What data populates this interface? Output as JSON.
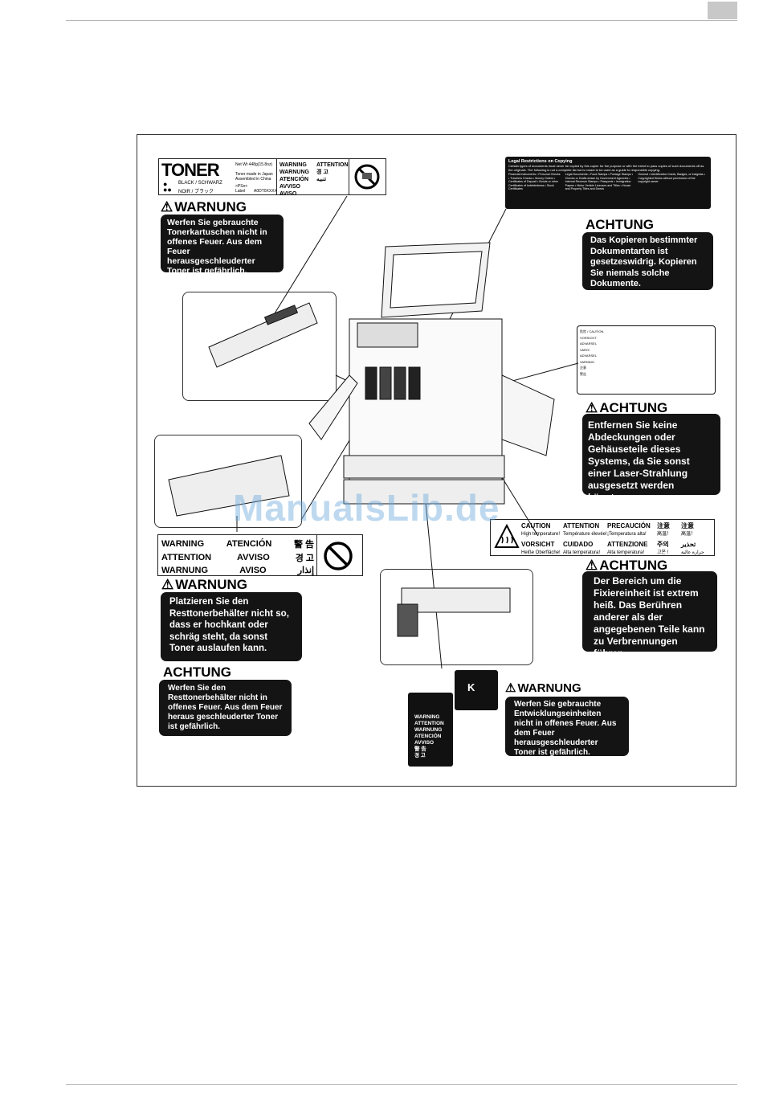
{
  "toner_label": {
    "title": "TONER",
    "color_line1": "BLACK / SCHWARZ",
    "color_line2": "NOIR / ブラック",
    "net_wt": "Net Wt 448g(15.8oz)",
    "made_line1": "Toner made in Japan",
    "made_line2": "Assembled in China",
    "psc_line1": ">PSo<",
    "psc_line2": "Label",
    "code": "A0DT0XXXX",
    "warn1": "WARNING",
    "warn2": "WARNUNG",
    "warn3": "ATENCIÓN",
    "warn4": "AVVISO",
    "warn5": "AVISO",
    "attn1": "ATTENTION",
    "attn2": "경 고",
    "attn3": "تنبيه"
  },
  "warnung_toner": {
    "heading": "WARNUNG",
    "text": "Werfen Sie gebrauchte Tonerkartuschen nicht in offenes Feuer. Aus dem Feuer herausgeschleuderter Toner ist gefährlich."
  },
  "legal_label": {
    "title": "Legal Restrictions on Copying",
    "body": "Certain types of documents must never be copied by this copier for the purpose or with the intent to pass copies of such documents off as the originals. The following is not a complete list but is meant to be used as a guide to responsible copying.",
    "col1": "Financial Instruments • Personal Checks • Travelers Checks • Money Orders • Certificates of Deposit • Bonds or other Certificates of Indebtedness • Stock Certificates",
    "col2": "Legal Documents • Food Stamps • Postage Stamps • Checks or Drafts drawn by Government Agencies • Internal Revenue Stamps • Passports • Immigration Papers • Motor Vehicle Licenses and Titles • House and Property Titles and Deeds",
    "col3": "General • Identification Cards, Badges, or Insignias • Copyrighted Works without permission of the copyright owner"
  },
  "achtung_copy": {
    "heading": "ACHTUNG",
    "text": "Das Kopieren bestimmter Dokumentarten ist gesetzeswidrig. Kopieren Sie niemals solche Dokumente."
  },
  "laser_label": {
    "rows": [
      "危险 / CAUTION",
      "VORSICHT",
      "ADVARSEL",
      "VARO!",
      "ADVARSEL",
      "VARNING",
      "注意",
      "警告"
    ]
  },
  "achtung_laser": {
    "heading": "ACHTUNG",
    "text": "Entfernen Sie keine Abdeckungen oder Gehäuseteile dieses Systems, da Sie sonst einer Laser-Strahlung ausgesetzt werden könnten."
  },
  "heat_label": {
    "c1": "CAUTION",
    "c1s": "High temperature!",
    "c2": "ATTENTION",
    "c2s": "Température élevée!",
    "c3": "PRECAUCIÓN",
    "c3s": "¡Temperatura alta!",
    "c4": "注意",
    "c4s": "高温！",
    "c5": "注意",
    "c5s": "高温！",
    "d1": "VORSICHT",
    "d1s": "Heiße Oberfläche!",
    "d2": "CUIDADO",
    "d2s": "Alta temperatura!",
    "d3": "ATTENZIONE",
    "d3s": "Alta temperatura!",
    "d4": "주의",
    "d4s": "고온 !",
    "d5": "تحذير",
    "d5s": "حرارة عالية"
  },
  "achtung_heat": {
    "heading": "ACHTUNG",
    "text": "Der Bereich um die Fixiereinheit ist extrem heiß. Das Berühren anderer als der angegebenen Teile kann zu Verbrennungen führen."
  },
  "waste_label": {
    "r1a": "WARNING",
    "r1b": "ATENCIÓN",
    "r1c": "警 告",
    "r2a": "ATTENTION",
    "r2b": "AVVISO",
    "r2c": "경 고",
    "r3a": "WARNUNG",
    "r3b": "AVISO",
    "r3c": "إنذار"
  },
  "warnung_waste": {
    "heading": "WARNUNG",
    "text": "Platzieren Sie den Resttonerbehälter nicht so, dass er hochkant oder schräg steht, da sonst Toner auslaufen kann."
  },
  "achtung_waste": {
    "heading": "ACHTUNG",
    "text": "Werfen Sie den Resttonerbehälter nicht in offenes Feuer. Aus dem Feuer heraus geschleuderter Toner ist gefährlich."
  },
  "dev_label": {
    "k": "K",
    "l1": "WARNING",
    "l2": "ATTENTION",
    "l3": "WARNUNG",
    "l4": "ATENCIÓN",
    "l5": "AVVISO",
    "l6": "警 告",
    "l7": "경 고"
  },
  "warnung_dev": {
    "heading": "WARNUNG",
    "text": "Werfen Sie gebrauchte Entwicklungseinheiten nicht in offenes Feuer. Aus dem Feuer herausgeschleuderter Toner ist gefährlich."
  },
  "watermark": "ManualsLib.de"
}
